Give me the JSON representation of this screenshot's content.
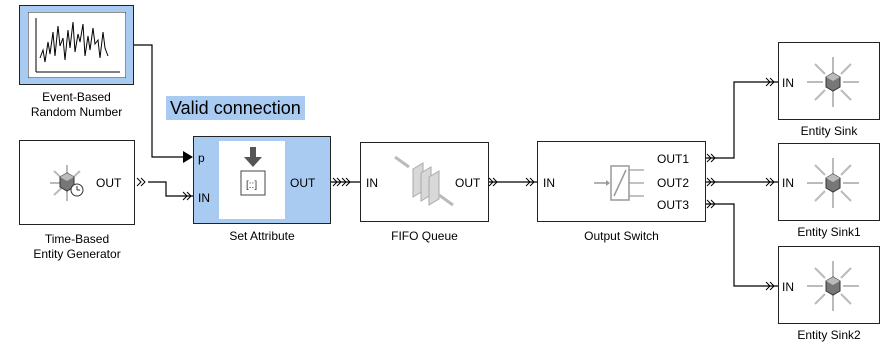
{
  "tooltip": "Valid connection",
  "blocks": {
    "random": {
      "label_line1": "Event-Based",
      "label_line2": "Random Number"
    },
    "generator": {
      "label_line1": "Time-Based",
      "label_line2": "Entity Generator",
      "port_out": "OUT"
    },
    "set_attribute": {
      "label": "Set Attribute",
      "port_p": "p",
      "port_in": "IN",
      "port_out": "OUT",
      "icon_text": "[::]"
    },
    "fifo": {
      "label": "FIFO Queue",
      "port_in": "IN",
      "port_out": "OUT"
    },
    "switch": {
      "label": "Output Switch",
      "port_in": "IN",
      "port_out1": "OUT1",
      "port_out2": "OUT2",
      "port_out3": "OUT3"
    },
    "sink": {
      "label": "Entity Sink",
      "port_in": "IN"
    },
    "sink1": {
      "label": "Entity Sink1",
      "port_in": "IN"
    },
    "sink2": {
      "label": "Entity Sink2",
      "port_in": "IN"
    }
  },
  "colors": {
    "selection": "#a9cbf1",
    "line": "#000000"
  }
}
